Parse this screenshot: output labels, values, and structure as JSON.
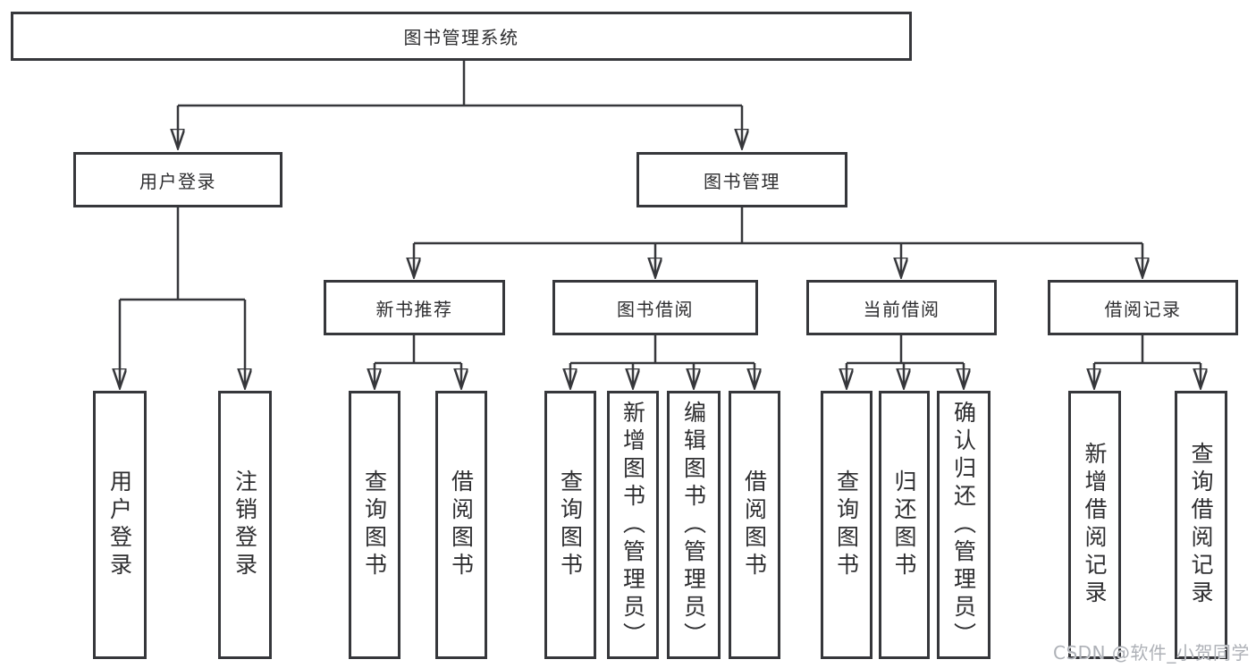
{
  "diagram": {
    "type": "hierarchy",
    "root": {
      "label": "图书管理系统"
    },
    "branches": [
      {
        "label": "用户登录",
        "leaves": [
          {
            "label": "用户登录"
          },
          {
            "label": "注销登录"
          }
        ]
      },
      {
        "label": "图书管理",
        "sections": [
          {
            "label": "新书推荐",
            "leaves": [
              {
                "label": "查询图书"
              },
              {
                "label": "借阅图书"
              }
            ]
          },
          {
            "label": "图书借阅",
            "leaves": [
              {
                "label": "查询图书"
              },
              {
                "label": "新增图书（管理员）"
              },
              {
                "label": "编辑图书（管理员）"
              },
              {
                "label": "借阅图书"
              }
            ]
          },
          {
            "label": "当前借阅",
            "leaves": [
              {
                "label": "查询图书"
              },
              {
                "label": "归还图书"
              },
              {
                "label": "确认归还（管理员）"
              }
            ]
          },
          {
            "label": "借阅记录",
            "leaves": [
              {
                "label": "新增借阅记录"
              },
              {
                "label": "查询借阅记录"
              }
            ]
          }
        ]
      }
    ]
  },
  "watermark": {
    "text": "CSDN @软件_小贺同学"
  },
  "colors": {
    "line": "#36373b",
    "box_border": "#36373b",
    "box_background": "#ffffff",
    "text": "#2e2e30",
    "watermark": "#aeb1b7",
    "background": "#ffffff"
  }
}
